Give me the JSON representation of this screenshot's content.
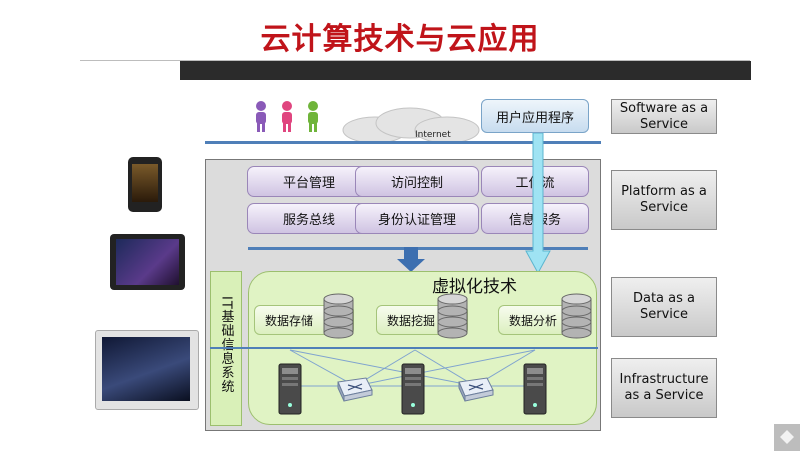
{
  "title": "云计算技术与云应用",
  "internet_label": "Internet",
  "app_label": "用户应用程序",
  "categories": [
    {
      "label": "Software as a Service"
    },
    {
      "label": "Platform as a Service"
    },
    {
      "label": "Data as a Service"
    },
    {
      "label": "Infrastructure as a Service"
    }
  ],
  "platform_services": [
    "平台管理",
    "访问控制",
    "工作流",
    "服务总线",
    "身份认证管理",
    "信息服务"
  ],
  "it_system_label": "IT基础信息系统",
  "virtualization_label": "虚拟化技术",
  "data_services": [
    "数据存储",
    "数据挖掘",
    "数据分析"
  ],
  "colors": {
    "title": "#c0141a",
    "user_purple": "#8a5ab8",
    "user_pink": "#e0457f",
    "user_green": "#6fb43a",
    "line_blue": "#4f7fb8",
    "cyan_arrow": "#9fe3f3",
    "blue_arrow": "#3d6fb0",
    "virt_bg": "#e0f3c4"
  },
  "icons": [
    "user-icon",
    "cloud-icon",
    "database-icon",
    "server-icon",
    "network-switch-icon",
    "phone-icon",
    "tablet-icon",
    "slide-next-icon"
  ]
}
